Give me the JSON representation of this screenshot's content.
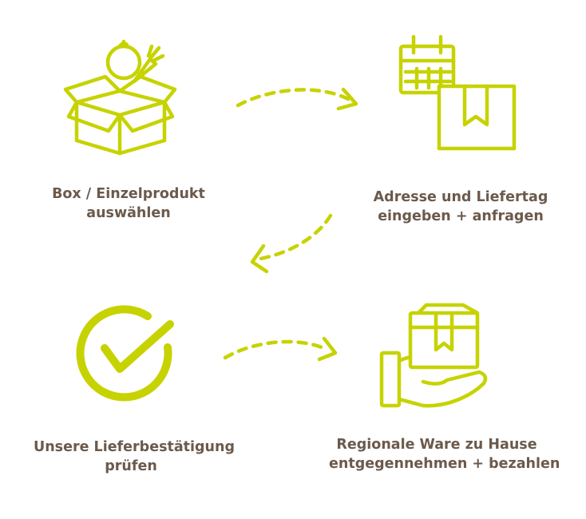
{
  "colors": {
    "accent": "#c6d300",
    "text": "#6b5a4c",
    "background": "#ffffff"
  },
  "steps": [
    {
      "icon": "box-with-produce-icon",
      "lines": [
        "Box / Einzelprodukt",
        "auswählen"
      ]
    },
    {
      "icon": "calendar-and-package-icon",
      "lines": [
        "Adresse und Liefertag",
        "eingeben + anfragen"
      ]
    },
    {
      "icon": "check-circle-icon",
      "lines": [
        "Unsere Lieferbestätigung",
        "prüfen"
      ]
    },
    {
      "icon": "hand-holding-package-icon",
      "lines": [
        "Regionale Ware zu Hause",
        "entgegennehmen + bezahlen"
      ]
    }
  ],
  "arrows": [
    "dashed-arrow-right-icon",
    "dashed-arrow-down-left-icon",
    "dashed-arrow-right-icon"
  ]
}
